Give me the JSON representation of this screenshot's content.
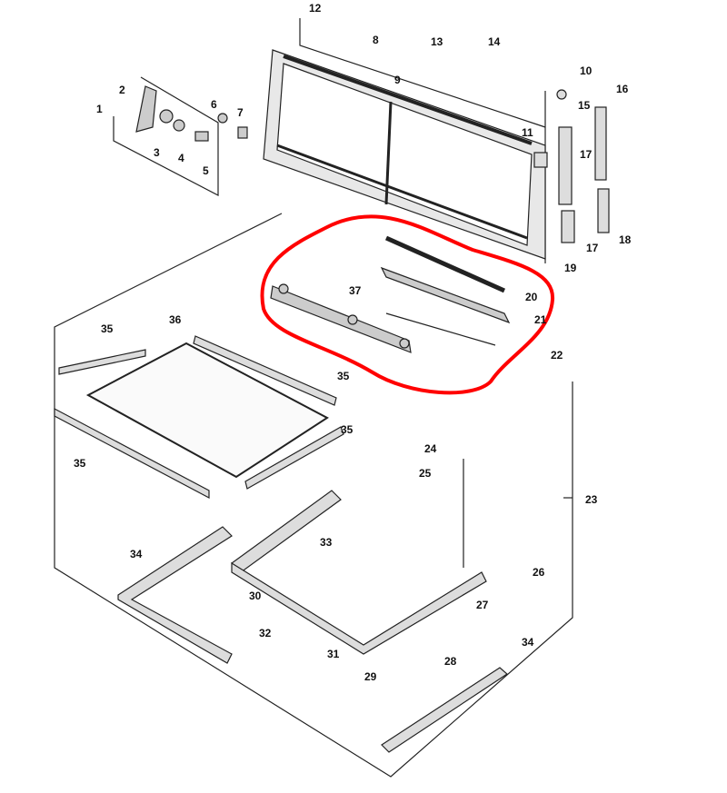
{
  "title": "Exploded parts diagram - window assembly",
  "highlight_color": "#ff0000",
  "callouts": [
    "12",
    "8",
    "13",
    "14",
    "10",
    "9",
    "2",
    "16",
    "1",
    "6",
    "7",
    "15",
    "11",
    "3",
    "4",
    "5",
    "17",
    "17",
    "18",
    "19",
    "37",
    "20",
    "21",
    "22",
    "35",
    "36",
    "35",
    "35",
    "35",
    "24",
    "25",
    "23",
    "33",
    "34",
    "26",
    "30",
    "27",
    "32",
    "31",
    "28",
    "29",
    "34"
  ]
}
